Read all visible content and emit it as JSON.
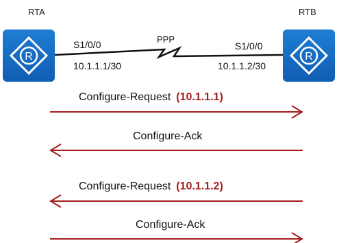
{
  "routers": {
    "left": {
      "name": "RTA",
      "interface": "S1/0/0",
      "ip": "10.1.1.1/30"
    },
    "right": {
      "name": "RTB",
      "interface": "S1/0/0",
      "ip": "10.1.1.2/30"
    }
  },
  "link": {
    "label": "PPP"
  },
  "messages": [
    {
      "text": "Configure-Request",
      "address": "(10.1.1.1)",
      "direction": "right"
    },
    {
      "text": "Configure-Ack",
      "address": "",
      "direction": "left"
    },
    {
      "text": "Configure-Request",
      "address": "(10.1.1.2)",
      "direction": "left"
    },
    {
      "text": "Configure-Ack",
      "address": "",
      "direction": "right"
    }
  ],
  "colors": {
    "router": "#1a6fc6",
    "arrow": "#a31c1c",
    "address": "#a31c1c"
  }
}
